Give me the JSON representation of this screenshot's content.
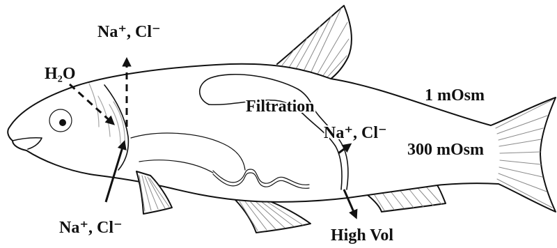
{
  "diagram": {
    "labels": {
      "gill_efflux_ions": "Na⁺, Cl⁻",
      "water_influx": "H₂O",
      "gill_uptake_ions": "Na⁺, Cl⁻",
      "kidney_filtration": "Filtration",
      "environment_osmolarity": "1 mOsm",
      "tubule_reabsorption_ions": "Na⁺, Cl⁻",
      "body_fluid_osmolarity": "300 mOsm",
      "urine_output": "High Vol"
    },
    "colors": {
      "ink": "#111111",
      "fin_rays": "#8a8a8a",
      "gill_lines": "#a5a5a5",
      "background": "#ffffff"
    }
  }
}
